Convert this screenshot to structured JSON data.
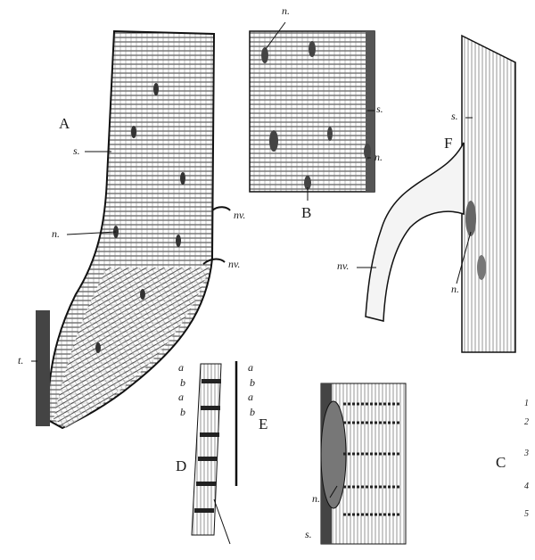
{
  "figure": {
    "A": {
      "letter": "A",
      "labels": {
        "s": "s.",
        "n": "n.",
        "t": "t.",
        "nv1": "nv.",
        "nv2": "nv."
      }
    },
    "B": {
      "letter": "B",
      "labels": {
        "n_top": "n.",
        "s": "s.",
        "n_right": "n."
      }
    },
    "F": {
      "letter": "F",
      "labels": {
        "s": "s.",
        "nv": "nv.",
        "n": "n."
      }
    },
    "D": {
      "letter": "D",
      "labels": [
        "a",
        "b",
        "a",
        "b"
      ]
    },
    "E": {
      "letter": "E",
      "labels": [
        "a",
        "b",
        "a",
        "b"
      ]
    },
    "C": {
      "letter": "C",
      "numbers": [
        "1",
        "2",
        "3",
        "4",
        "5"
      ],
      "labels": {
        "n": "n.",
        "s": "s."
      }
    }
  },
  "colors": {
    "ink": "#1a1a1a",
    "paper": "#ffffff"
  }
}
